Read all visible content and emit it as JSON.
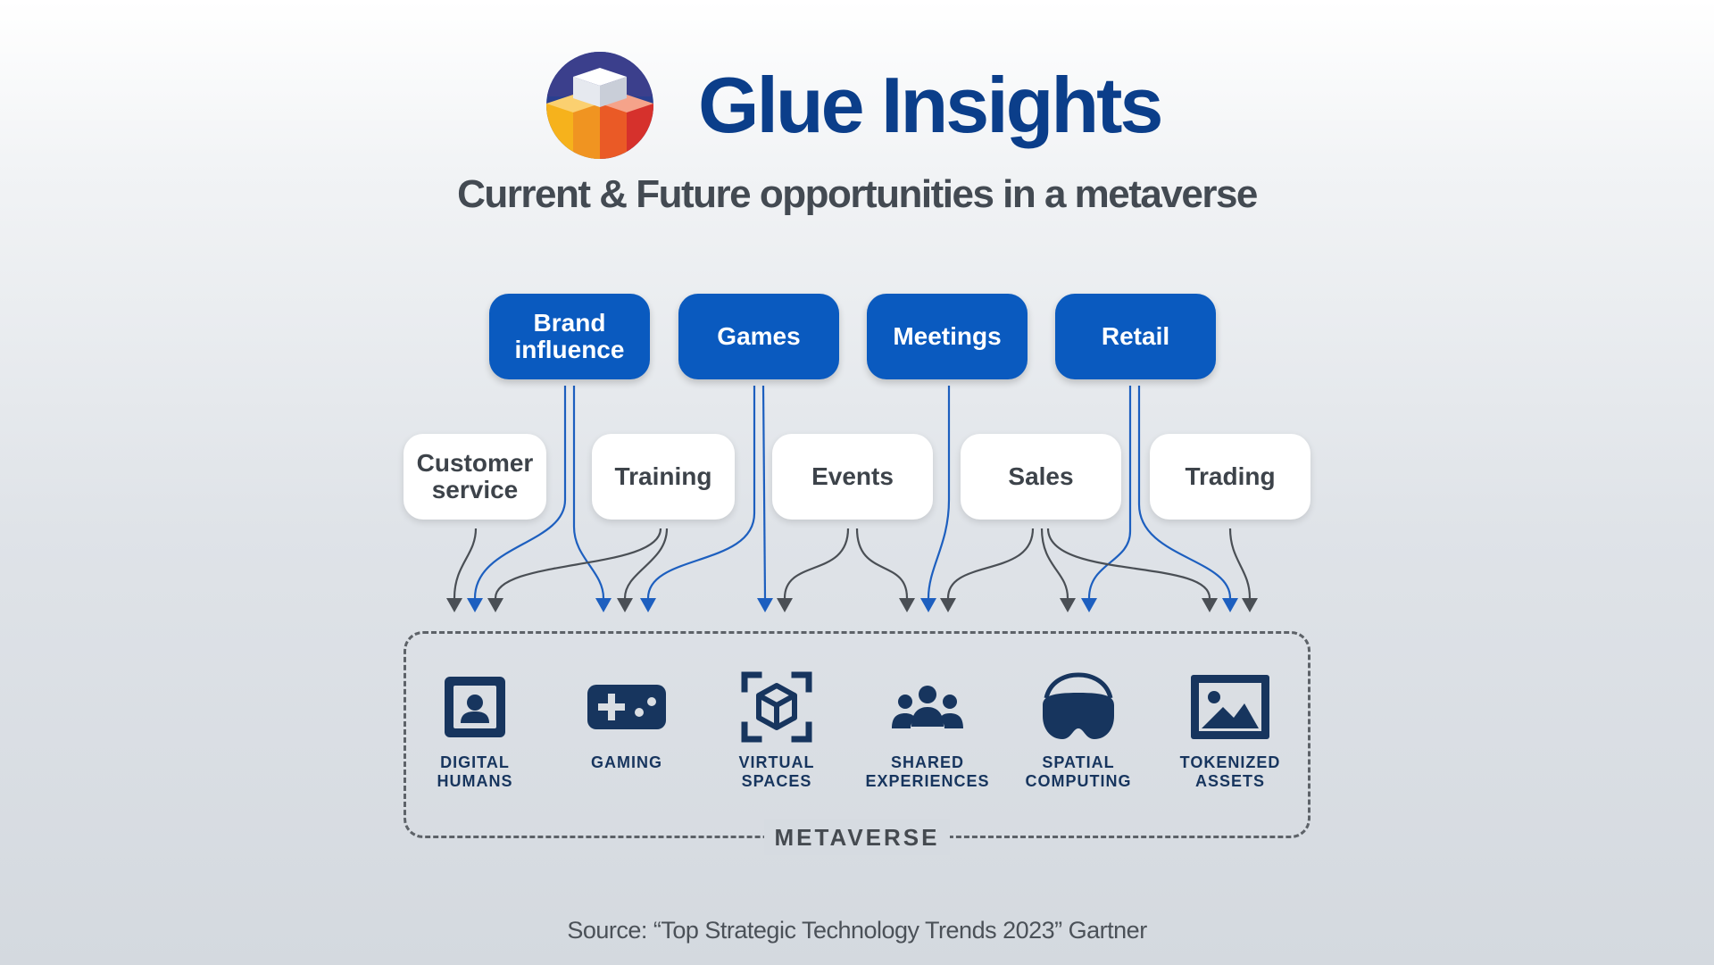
{
  "brand": {
    "name": "Glue Insights"
  },
  "subtitle": "Current & Future opportunities in a metaverse",
  "use_cases": [
    {
      "label": "Brand influence",
      "label_lines": [
        "Brand",
        "influence"
      ]
    },
    {
      "label": "Games"
    },
    {
      "label": "Meetings"
    },
    {
      "label": "Retail"
    }
  ],
  "opportunities": [
    {
      "label": "Customer service",
      "label_lines": [
        "Customer",
        "service"
      ]
    },
    {
      "label": "Training"
    },
    {
      "label": "Events"
    },
    {
      "label": "Sales"
    },
    {
      "label": "Trading"
    }
  ],
  "technologies": [
    {
      "label": "DIGITAL HUMANS",
      "label_lines": "DIGITAL\nHUMANS",
      "icon": "digital-human-icon"
    },
    {
      "label": "GAMING",
      "label_lines": "GAMING",
      "icon": "game-controller-icon"
    },
    {
      "label": "VIRTUAL SPACES",
      "label_lines": "VIRTUAL\nSPACES",
      "icon": "cube-icon"
    },
    {
      "label": "SHARED EXPERIENCES",
      "label_lines": "SHARED\nEXPERIENCES",
      "icon": "people-group-icon"
    },
    {
      "label": "SPATIAL COMPUTING",
      "label_lines": "SPATIAL\nCOMPUTING",
      "icon": "vr-headset-icon"
    },
    {
      "label": "TOKENIZED ASSETS",
      "label_lines": "TOKENIZED\nASSETS",
      "icon": "image-icon"
    }
  ],
  "metaverse_label": "METAVERSE",
  "source": "Source: “Top Strategic Technology Trends 2023” Gartner",
  "colors": {
    "brand_blue": "#0b3e8a",
    "pill_blue": "#0a5abf",
    "connector_blue": "#1d5fbf",
    "connector_gray": "#4a4f55",
    "icon_navy": "#17355e"
  }
}
